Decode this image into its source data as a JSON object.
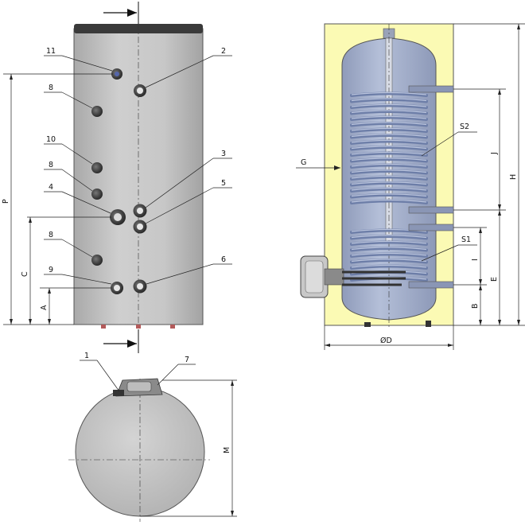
{
  "front_view": {
    "callouts": [
      "11",
      "2",
      "8",
      "10",
      "8",
      "3",
      "4",
      "5",
      "8",
      "9",
      "6"
    ]
  },
  "section_view": {
    "labels": {
      "g": "G",
      "s2": "S2",
      "s1": "S1"
    }
  },
  "top_view": {
    "callouts": [
      "1",
      "7"
    ]
  },
  "dimensions": {
    "p": "P",
    "c": "C",
    "a": "A",
    "h": "H",
    "j": "J",
    "e": "E",
    "i": "I",
    "b": "B",
    "d": "ØD",
    "m": "M"
  },
  "colors": {
    "tank_fill": "#c8c8c8",
    "insulation": "#fbfab4",
    "inner_tank": "#a4b0cc",
    "coil": "#7f8fb4",
    "cap": "#3a3a3a"
  }
}
